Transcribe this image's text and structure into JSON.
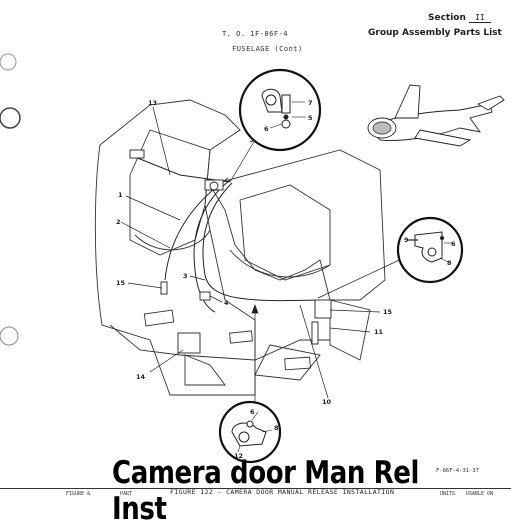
{
  "header": {
    "tech_order": "T. O. 1F-86F-4",
    "fuselage": "FUSELAGE (Cont)",
    "section_label": "Section",
    "section_number": "II",
    "list_title": "Group Assembly Parts List"
  },
  "overlay_title": "Camera door Man Rel Inst",
  "figure_ref": "F-86F-4-31-37",
  "caption": "FIGURE 122 - CAMERA DOOR MANUAL RELEASE INSTALLATION",
  "footer": {
    "figure_label": "FIGURE &",
    "part_label": "PART",
    "units_label": "UNITS",
    "usable_label": "USABLE ON"
  },
  "callouts": {
    "c1": "1",
    "c2": "2",
    "c3": "3",
    "c4": "4",
    "c5": "5",
    "c6": "6",
    "c7": "7",
    "c8": "8",
    "c9": "9",
    "c10": "10",
    "c11": "11",
    "c12": "12",
    "c13": "13",
    "c14": "14",
    "c15": "15"
  }
}
